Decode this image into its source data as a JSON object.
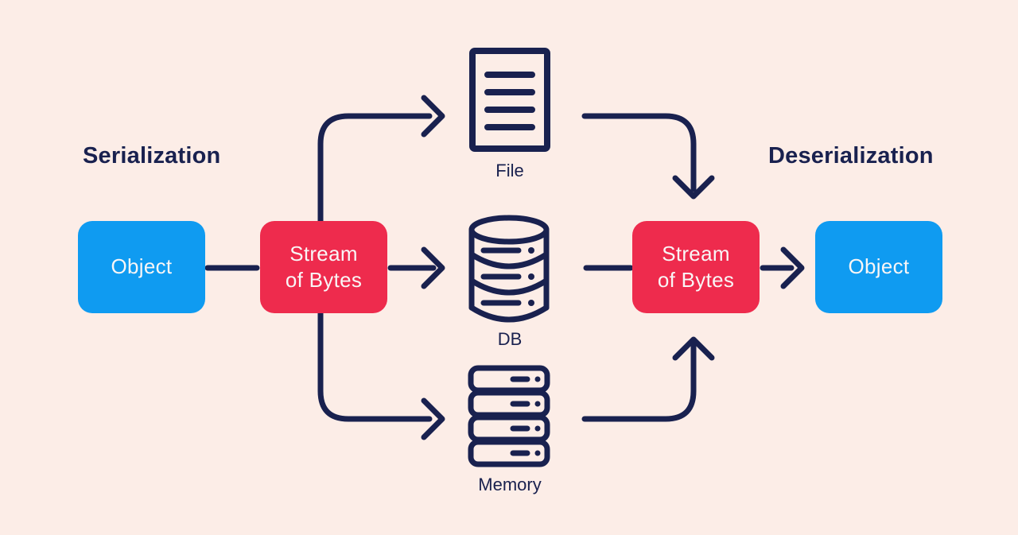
{
  "titles": {
    "serialization": "Serialization",
    "deserialization": "Deserialization"
  },
  "nodes": {
    "object_left": {
      "label": "Object",
      "color": "#0F9BF1"
    },
    "stream_left": {
      "label": "Stream of Bytes",
      "color": "#EE2B4D"
    },
    "stream_right": {
      "label": "Stream of Bytes",
      "color": "#EE2B4D"
    },
    "object_right": {
      "label": "Object",
      "color": "#0F9BF1"
    }
  },
  "targets": [
    {
      "label": "File",
      "icon": "file-icon"
    },
    {
      "label": "DB",
      "icon": "database-icon"
    },
    {
      "label": "Memory",
      "icon": "memory-icon"
    }
  ],
  "connectors": [
    {
      "from": "object_left",
      "to": "stream_left",
      "arrowhead": false
    },
    {
      "from": "stream_left",
      "to": "file",
      "arrowhead": true
    },
    {
      "from": "stream_left",
      "to": "db",
      "arrowhead": true
    },
    {
      "from": "stream_left",
      "to": "memory",
      "arrowhead": true
    },
    {
      "from": "file",
      "to": "stream_right",
      "arrowhead": true
    },
    {
      "from": "db",
      "to": "stream_right",
      "arrowhead": false
    },
    {
      "from": "memory",
      "to": "stream_right",
      "arrowhead": true
    },
    {
      "from": "stream_right",
      "to": "object_right",
      "arrowhead": true
    }
  ],
  "colors": {
    "background": "#FCEDE7",
    "line_navy": "#19214F",
    "node_blue": "#0F9BF1",
    "node_red": "#EE2B4D",
    "node_text": "#F9F6F6"
  }
}
